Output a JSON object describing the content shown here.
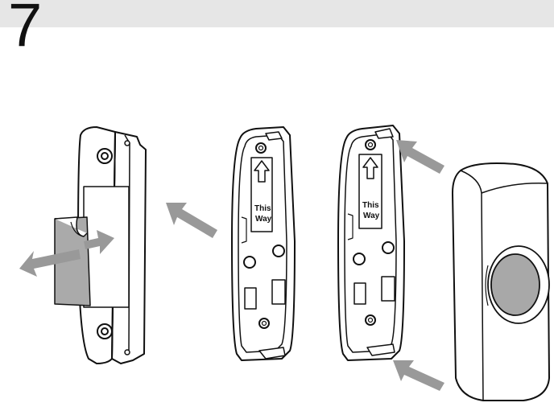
{
  "step": {
    "number": "7"
  },
  "back_plate_label": {
    "line1": "This",
    "line2": "Way"
  },
  "colors": {
    "arrow": "#999999",
    "line": "#111111",
    "adhesive_pad": "#aaaaaa",
    "button_lens": "#a8a8a8",
    "band": "#e6e6e6"
  },
  "icons": [
    "arrow-remove-backing",
    "arrow-attach-pad",
    "arrow-align-plate",
    "arrow-clip-top",
    "arrow-clip-bottom",
    "up-arrow-icon"
  ]
}
